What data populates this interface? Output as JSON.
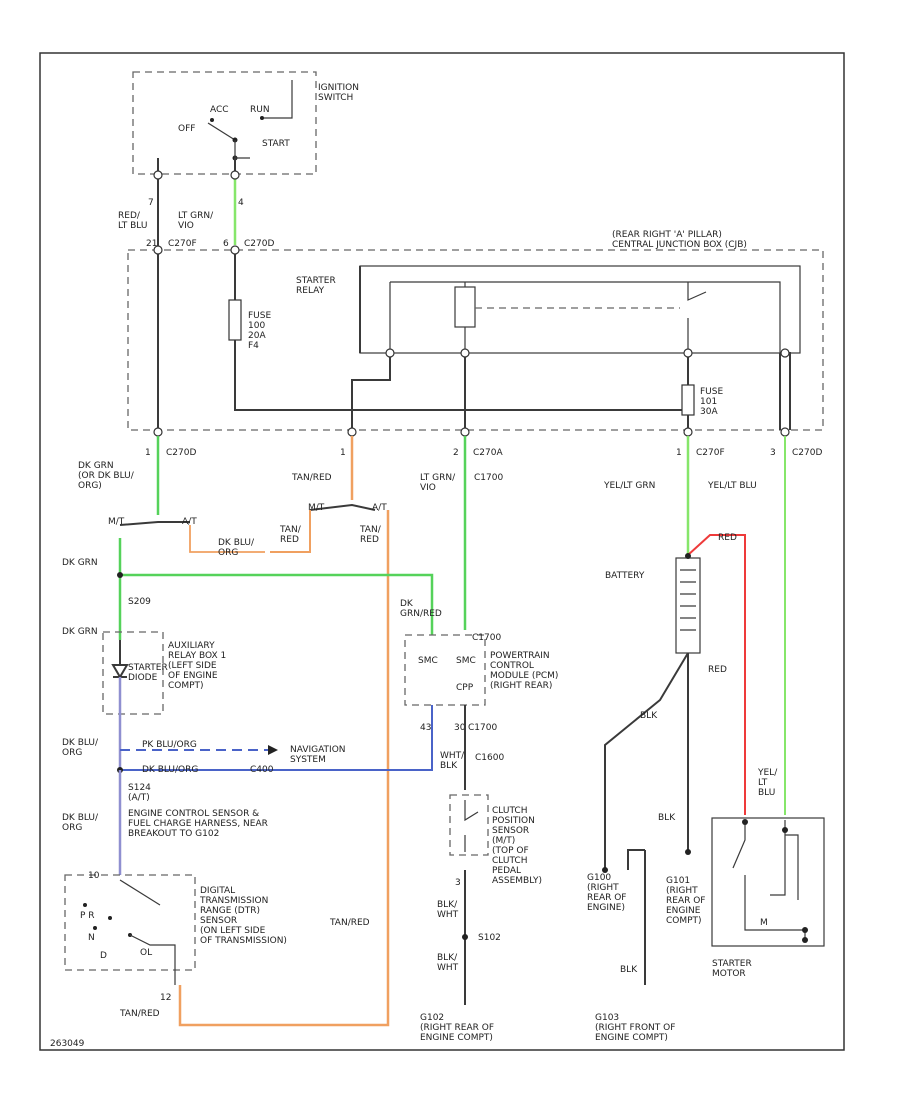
{
  "labels": {
    "ignition_switch": "IGNITION\nSWITCH",
    "acc": "ACC",
    "run": "RUN",
    "off": "OFF",
    "start": "START",
    "wire_red_ltblu": "RED/\nLT BLU",
    "wire_ltgrn_vio": "LT GRN/\nVIO",
    "c270f": "C270F",
    "c270d": "C270D",
    "pin21": "21",
    "pin6": "6",
    "pin7": "7",
    "pin4": "4",
    "junction_box": "(REAR RIGHT 'A' PILLAR)\nCENTRAL JUNCTION BOX (CJB)",
    "starter_relay": "STARTER\nRELAY",
    "fuse1": "FUSE\n100\n20A\nF4",
    "fuse2": "FUSE\n101\n30A",
    "c270d_b": "C270D",
    "c270a": "C270A",
    "c270f_b": "C270F",
    "c270d_c": "C270D",
    "pin1a": "1",
    "pin1b": "1",
    "pin2": "2",
    "pin1c": "1",
    "pin3": "3",
    "wire_dkgrn": "DK GRN\n(OR DK BLU/\nORG)",
    "wire_tanred1": "TAN/RED",
    "wire_ltgrn_vio2": "LT GRN/\nVIO",
    "c1700": "C1700",
    "wire_yel_grn": "YEL/LT GRN",
    "wire_yel_blu": "YEL/LT BLU",
    "mt1": "M/T",
    "at1": "A/T",
    "mt2": "M/T",
    "at2": "A/T",
    "dkblu_org": "DK BLU/\nORG",
    "tan_red2": "TAN/\nRED",
    "tan_red3": "TAN/\nRED",
    "dk_grn": "DK GRN",
    "s209": "S209",
    "dk_grn2": "DK GRN",
    "aux_relay": "AUXILIARY\nRELAY BOX 1\n(LEFT SIDE\nOF ENGINE\nCOMPT)",
    "starter_diode": "STARTER\nDIODE",
    "dk_grn_red": "DK\nGRN/RED",
    "c1700b": "C1700",
    "pcm": "POWERTRAIN\nCONTROL\nMODULE (PCM)\n(RIGHT REAR)",
    "smc1": "SMC",
    "smc2": "SMC",
    "cpp": "CPP",
    "pin43": "43",
    "pin30": "30",
    "c1700c": "C1700",
    "battery": "BATTERY",
    "red": "RED",
    "red2": "RED",
    "dk_blu_org_a": "DK BLU/\nORG",
    "w_pk_blu_org": "PK BLU/ORG",
    "dk_blu_org_b": "DK BLU/ORG",
    "navigation": "NAVIGATION\nSYSTEM",
    "c400": "C400",
    "s124": "S124\n(A/T)",
    "harness_note": "ENGINE CONTROL SENSOR &\nFUEL CHARGE HARNESS, NEAR\nBREAKOUT TO G102",
    "dk_blu_org_c": "DK BLU/\nORG",
    "wht_blk": "WHT/\nBLK",
    "c1600": "C1600",
    "cpp_sensor": "CLUTCH\nPOSITION\nSENSOR\n(M/T)\n(TOP OF\nCLUTCH\nPEDAL\nASSEMBLY)",
    "blk1": "BLK",
    "blk2": "BLK",
    "blk3": "BLK",
    "yel_ltblu": "YEL/\nLT\nBLU",
    "dtr": "DIGITAL\nTRANSMISSION\nRANGE (DTR)\nSENSOR\n(ON LEFT SIDE\nOF TRANSMISSION)",
    "pin10": "10",
    "pin12": "12",
    "pin3b": "3",
    "tan_red4": "TAN/RED",
    "tan_red5": "TAN/RED",
    "blk_wht1": "BLK/\nWHT",
    "s102": "S102",
    "blk_wht2": "BLK/\nWHT",
    "g102": "G102\n(RIGHT REAR OF\nENGINE COMPT)",
    "g100": "G100\n(RIGHT\nREAR OF\nENGINE)",
    "g101": "G101\n(RIGHT\nREAR OF\nENGINE\nCOMPT)",
    "g103": "G103\n(RIGHT FRONT OF\nENGINE COMPT)",
    "starter_motor": "STARTER\nMOTOR",
    "m_label": "M",
    "pr": "P R",
    "n": "N",
    "d": "D",
    "ol": "OL",
    "fig_no": "263049"
  },
  "colors": {
    "light_green": "#86e66a",
    "green": "#55d25a",
    "orange": "#f0a060",
    "blue": "#4a63c8",
    "lavender": "#8f8fd0",
    "red": "#ee3a3a",
    "dark": "#3a3a3a"
  }
}
